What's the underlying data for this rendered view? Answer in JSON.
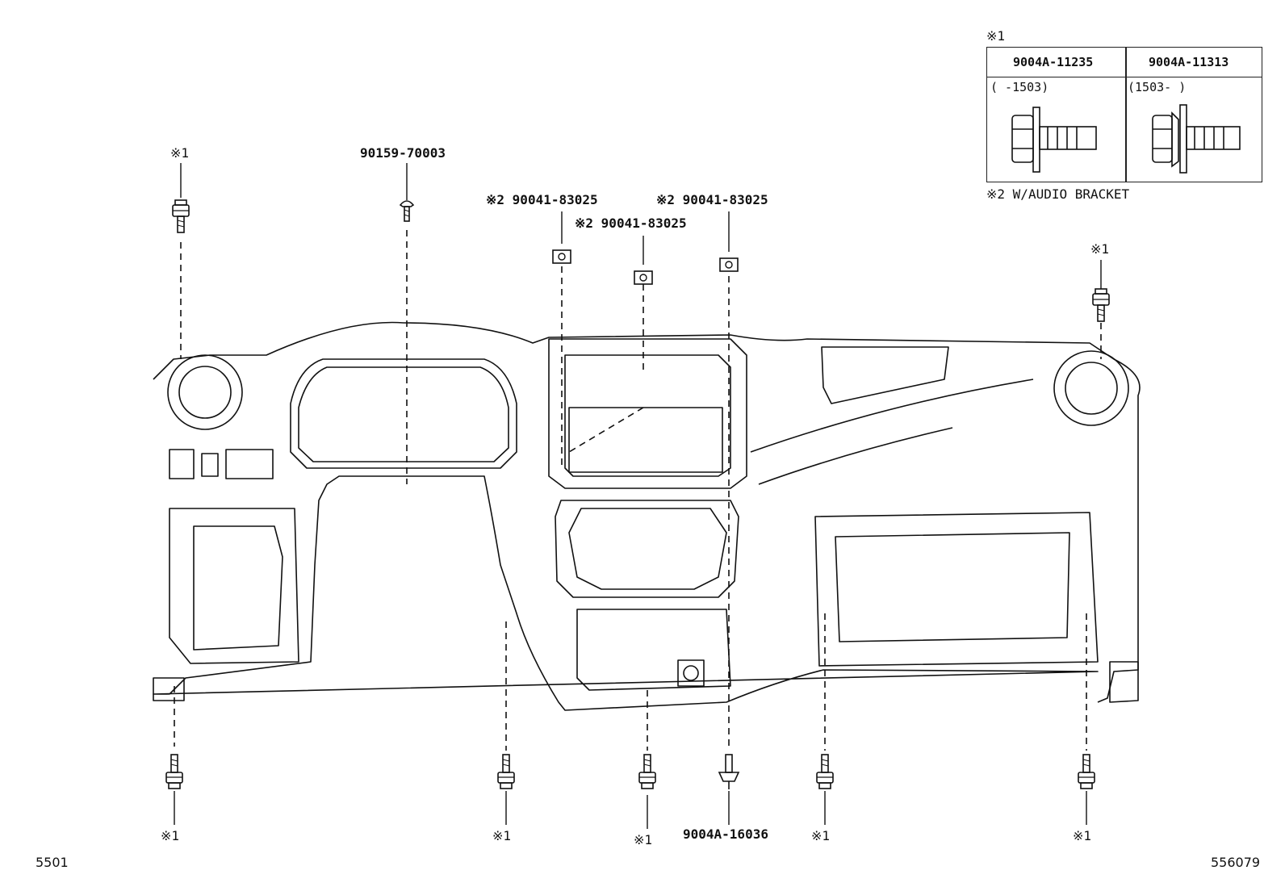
{
  "note_marks": {
    "n1": "※1",
    "n2": "※2"
  },
  "legend": {
    "header_mark": "※1",
    "col1": {
      "part": "9004A-11235",
      "range": "(    -1503)"
    },
    "col2": {
      "part": "9004A-11313",
      "range": "(1503-    )"
    },
    "note2": "※2 W/AUDIO BRACKET"
  },
  "callouts": {
    "top_left_bolt": "※1",
    "clip_top": "90159-70003",
    "nut_left": "※2 90041-83025",
    "nut_mid": "※2 90041-83025",
    "nut_right": "※2 90041-83025",
    "top_right_bolt": "※1",
    "bottom_1": "※1",
    "bottom_2": "※1",
    "bottom_3": "※1",
    "bottom_screw": "9004A-16036",
    "bottom_4": "※1",
    "bottom_5": "※1"
  },
  "footer": {
    "left_code": "5501",
    "right_code": "556079"
  }
}
